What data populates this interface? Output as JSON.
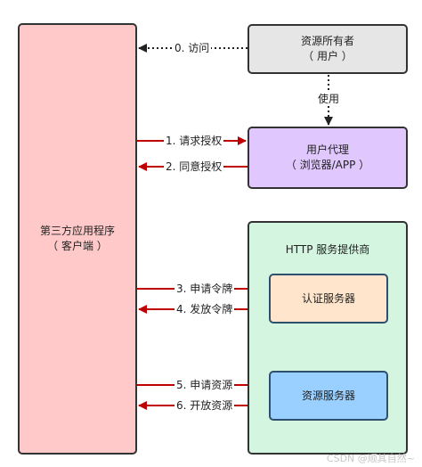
{
  "nodes": {
    "client": {
      "line1": "第三方应用程序",
      "line2": "（ 客户端 ）"
    },
    "owner": {
      "line1": "资源所有者",
      "line2": "（ 用户 ）"
    },
    "agent": {
      "line1": "用户代理",
      "line2": "（ 浏览器/APP ）"
    },
    "provider": {
      "title": "HTTP 服务提供商"
    },
    "auth_server": {
      "label": "认证服务器"
    },
    "resource_server": {
      "label": "资源服务器"
    }
  },
  "edges": [
    {
      "id": "e0",
      "label": "0. 访问",
      "style": "dotted"
    },
    {
      "id": "use",
      "label": "使用",
      "style": "dotted"
    },
    {
      "id": "e1",
      "label": "1. 请求授权",
      "style": "solid"
    },
    {
      "id": "e2",
      "label": "2. 同意授权",
      "style": "solid"
    },
    {
      "id": "e3",
      "label": "3. 申请令牌",
      "style": "solid"
    },
    {
      "id": "e4",
      "label": "4. 发放令牌",
      "style": "solid"
    },
    {
      "id": "e5",
      "label": "5. 申请资源",
      "style": "solid"
    },
    {
      "id": "e6",
      "label": "6. 开放资源",
      "style": "solid"
    }
  ],
  "colors": {
    "arrow_red": "#c00000",
    "arrow_dark": "#222222"
  },
  "watermark": "CSDN @顺其自然~"
}
